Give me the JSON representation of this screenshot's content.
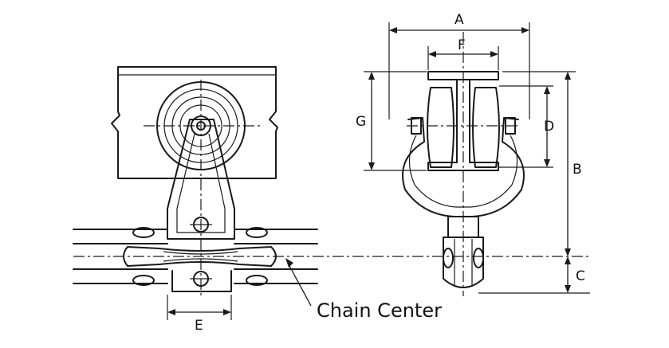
{
  "diagram": {
    "dimension_labels": {
      "A": "A",
      "B": "B",
      "C": "C",
      "D": "D",
      "E": "E",
      "F": "F",
      "G": "G"
    },
    "caption": "Chain Center"
  }
}
